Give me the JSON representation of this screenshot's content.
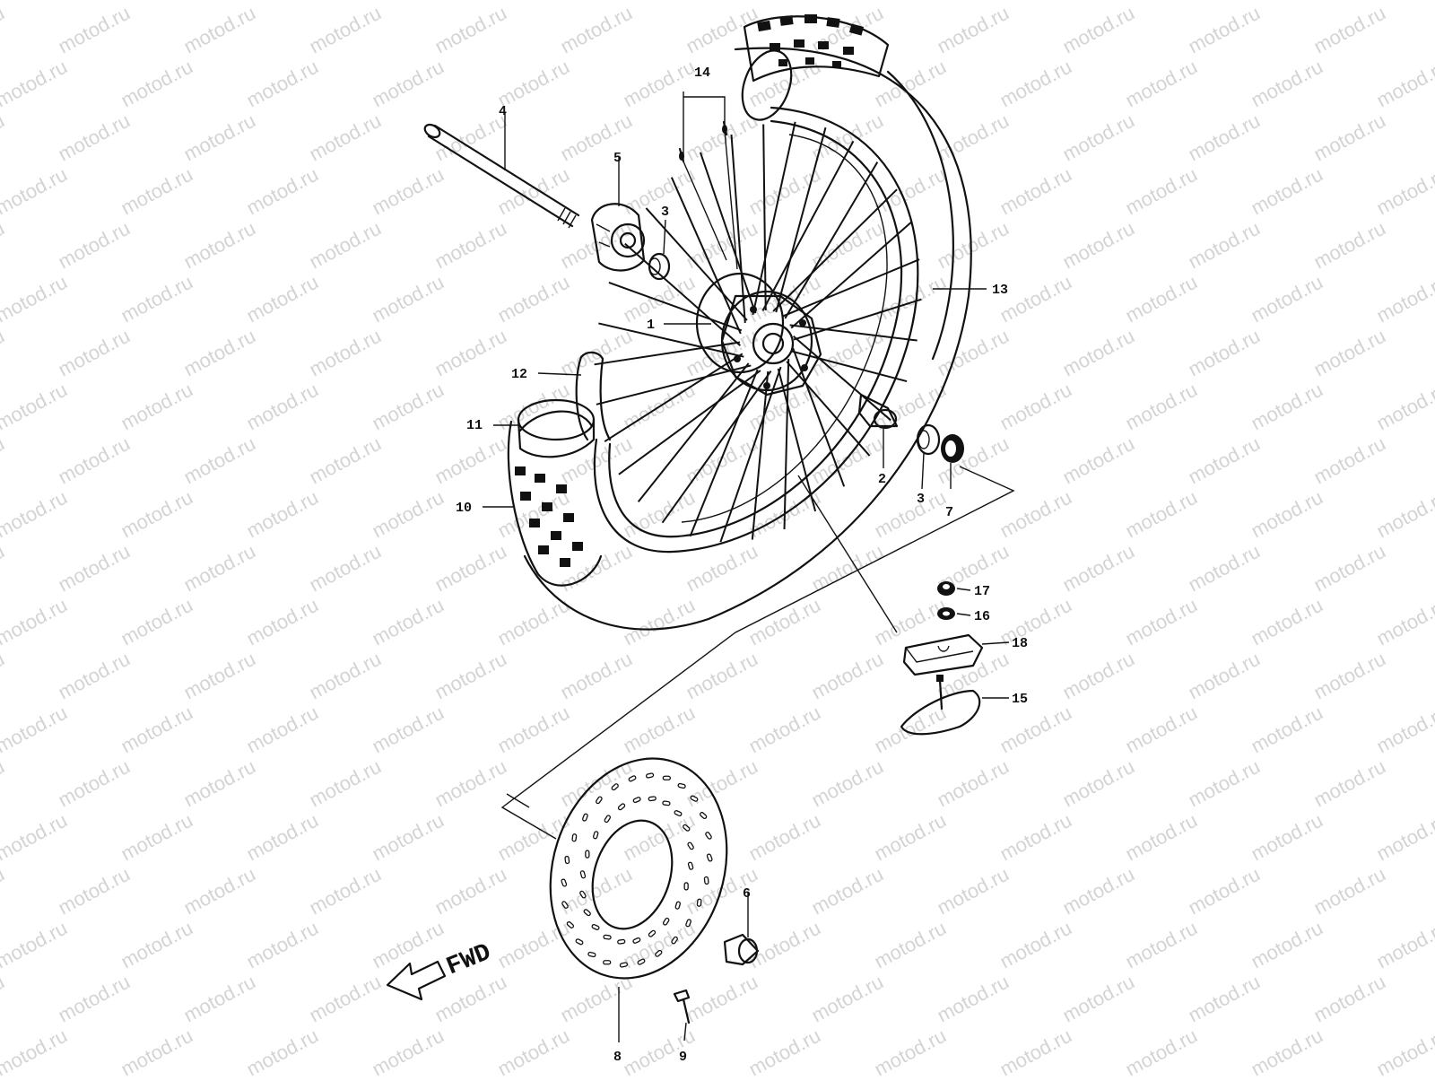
{
  "watermark": "motod.ru",
  "fwd_label": "FWD",
  "callouts": [
    "1",
    "2",
    "3",
    "3",
    "4",
    "5",
    "6",
    "7",
    "8",
    "9",
    "10",
    "11",
    "12",
    "13",
    "14",
    "15",
    "16",
    "17",
    "18"
  ]
}
